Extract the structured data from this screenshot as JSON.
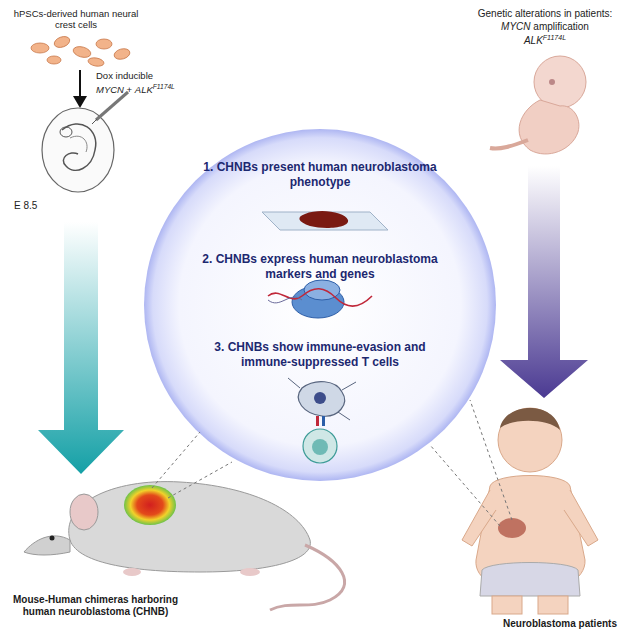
{
  "diagram": {
    "nodes": [
      {
        "text": [
          "1. CHNBs present human neuroblastoma phenotype",
          "2. CHNBs express human neuroblastoma markers and genes",
          "3. CHNBs show immune-evasion and immune-suppressed T cells"
        ]
      }
    ],
    "labels": [
      "hPSCs-derived human neural crest cells",
      "Dox inducible",
      "MYCN + ALKF1174L",
      "E 8.5",
      "Mouse-Human chimeras harboring human neuroblastoma (CHNB)",
      "Genetic alterations in patients:",
      "MYCN amplification",
      "ALKF1174L",
      "Neuroblastoma patients"
    ]
  }
}
